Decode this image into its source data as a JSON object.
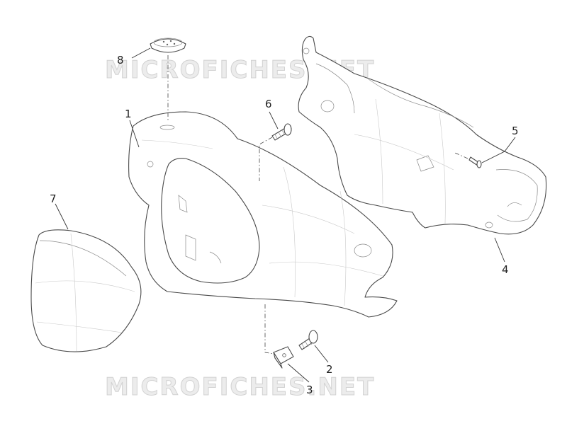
{
  "watermark": {
    "top": "MICROFICHES.NET",
    "bottom": "MICROFICHES.NET"
  },
  "callouts": [
    "1",
    "2",
    "3",
    "4",
    "5",
    "6",
    "7",
    "8"
  ]
}
